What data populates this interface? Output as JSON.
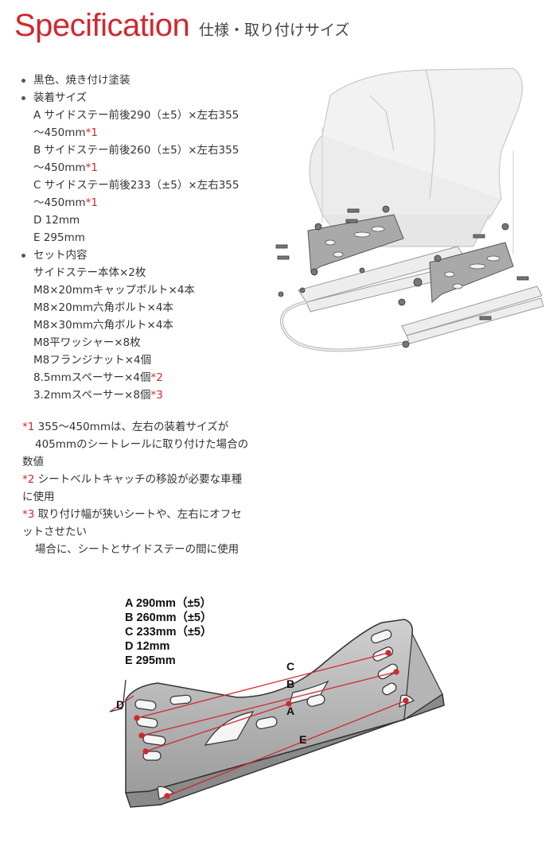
{
  "header": {
    "title": "Specification",
    "subtitle": "仕様・取り付けサイズ"
  },
  "spec": {
    "item1": "黒色、焼き付け塗装",
    "item2": "装着サイズ",
    "size_a_1": "A サイドステー前後290（±5）×左右355",
    "size_a_2": "～450mm",
    "size_b_1": "B サイドステー前後260（±5）×左右355",
    "size_b_2": "～450mm",
    "size_c_1": "C サイドステー前後233（±5）×左右355",
    "size_c_2": "～450mm",
    "mark1": "*1",
    "size_d": "D 12mm",
    "size_e": "E 295mm",
    "item3": "セット内容",
    "set": [
      "サイドステー本体×2枚",
      "M8×20mmキャップボルト×4本",
      "M8×20mm六角ボルト×4本",
      "M8×30mm六角ボルト×4本",
      "M8平ワッシャー×8枚",
      "M8フランジナット×4個"
    ],
    "spacer1": "8.5mmスペーサー×4個",
    "mark2": "*2",
    "spacer2": "3.2mmスペーサー×8個",
    "mark3": "*3"
  },
  "notes": {
    "n1_mark": "*1",
    "n1_a": " 355～450mmは、左右の装着サイズが",
    "n1_b": "405mmのシートレールに取り付けた場合の",
    "n1_c": "数値",
    "n2_mark": "*2",
    "n2_a": " シートベルトキャッチの移設が必要な車種",
    "n2_b": "に使用",
    "n3_mark": "*3",
    "n3_a": " 取り付け幅が狭いシートや、左右にオフセ",
    "n3_b": "ットさせたい",
    "n3_c": "場合に、シートとサイドステーの間に使用"
  },
  "dims": {
    "a": "A 290mm（±5）",
    "b": "B 260mm（±5）",
    "c": "C 233mm（±5）",
    "d": "D 12mm",
    "e": "E 295mm"
  },
  "diagram_labels": {
    "a": "A",
    "b": "B",
    "c": "C",
    "d": "D",
    "e": "E"
  },
  "colors": {
    "accent": "#d0282e",
    "dimension_line": "#d0282e"
  }
}
